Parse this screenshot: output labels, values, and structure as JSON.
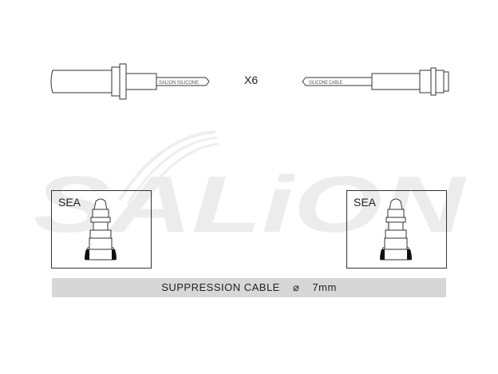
{
  "watermark": {
    "text": "SALiON"
  },
  "quantity_label": "X6",
  "cable_print_left": "SALION SILICONE",
  "cable_print_right": "SILICONE CABLE",
  "left_terminal": {
    "label": "SEA"
  },
  "right_terminal": {
    "label": "SEA"
  },
  "footer": {
    "cable_type": "SUPPRESSION CABLE",
    "diameter_symbol": "⌀",
    "diameter_value": "7mm"
  }
}
